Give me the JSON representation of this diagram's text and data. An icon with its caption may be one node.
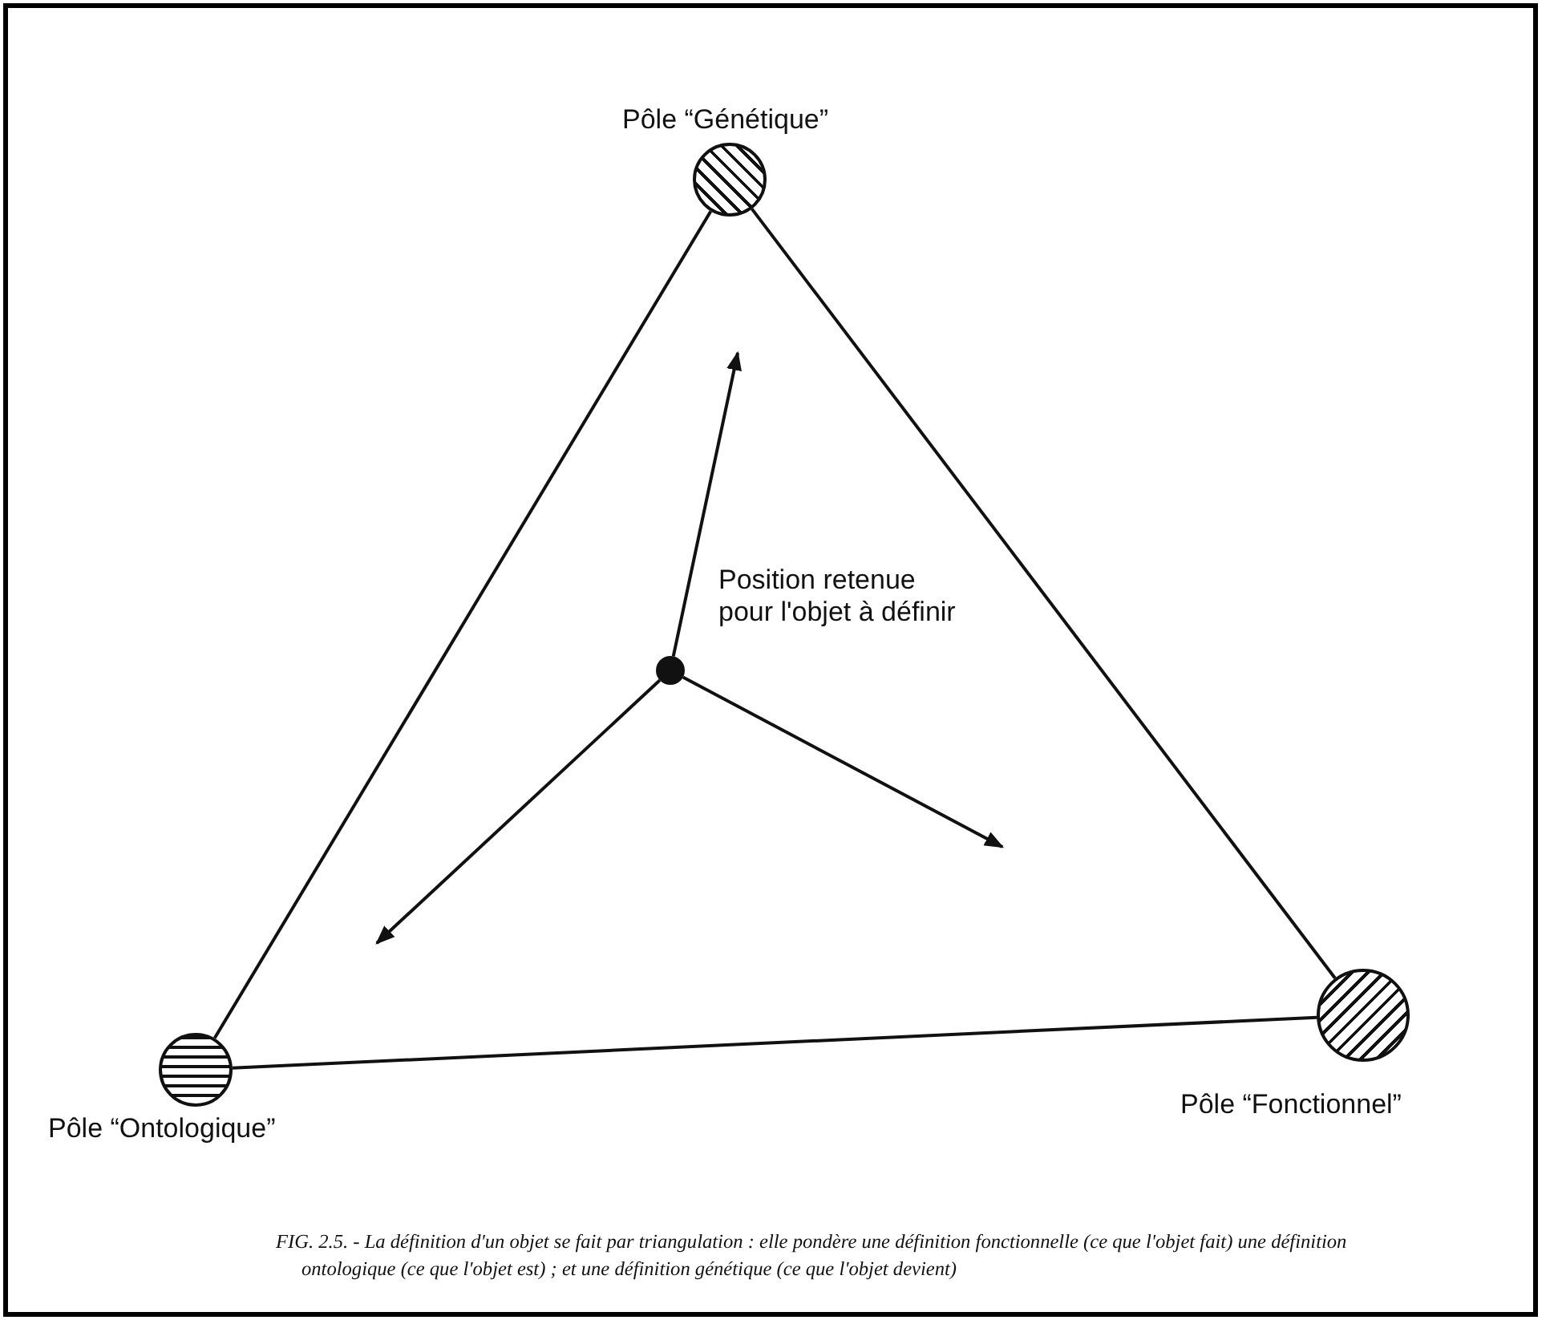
{
  "diagram": {
    "caption": "FIG. 2.5. - La définition d'un objet se fait par triangulation : elle pondère une définition fonctionnelle (ce que l'objet fait) une définition ontologique (ce que l'objet est) ; et une définition génétique (ce que l'objet devient)",
    "nodes": [
      {
        "text": [],
        "shape": "circle",
        "beside": [
          "Pôle “Génétique”"
        ]
      },
      {
        "text": [],
        "shape": "circle",
        "beside": [
          "Pôle “Ontologique”"
        ]
      },
      {
        "text": [],
        "shape": "circle",
        "beside": [
          "Pôle “Fonctionnel”"
        ]
      },
      {
        "text": [],
        "shape": "circle",
        "beside": [
          "Position retenue pour l'objet à définir"
        ]
      }
    ],
    "edges": [
      {
        "from": 0,
        "to": 1,
        "arrow": "none"
      },
      {
        "from": 0,
        "to": 2,
        "arrow": "none"
      },
      {
        "from": 1,
        "to": 2,
        "arrow": "none"
      },
      {
        "from": 3,
        "to": null,
        "arrow": "to"
      },
      {
        "from": 3,
        "to": null,
        "arrow": "to"
      },
      {
        "from": 3,
        "to": null,
        "arrow": "to"
      }
    ]
  }
}
